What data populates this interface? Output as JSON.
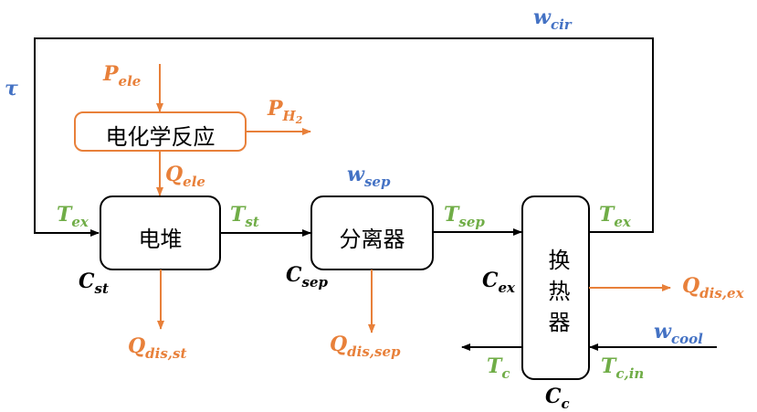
{
  "colors": {
    "orange": "#e8803a",
    "blue": "#4472c4",
    "green": "#70ad47",
    "black": "#000000"
  },
  "blocks": {
    "reaction": "电化学反应",
    "stack": "电堆",
    "separator": "分离器",
    "exchanger": "换热器"
  },
  "labels": {
    "tau": {
      "main": "τ",
      "sub": ""
    },
    "p_ele": {
      "main": "P",
      "sub": "ele"
    },
    "p_h2": {
      "main": "P",
      "sub": "H",
      "subsub": "2"
    },
    "q_ele": {
      "main": "Q",
      "sub": "ele"
    },
    "w_cir": {
      "main": "w",
      "sub": "cir"
    },
    "w_sep": {
      "main": "w",
      "sub": "sep"
    },
    "t_ex_in": {
      "main": "T",
      "sub": "ex"
    },
    "t_st": {
      "main": "T",
      "sub": "st"
    },
    "t_sep": {
      "main": "T",
      "sub": "sep"
    },
    "t_ex_out": {
      "main": "T",
      "sub": "ex"
    },
    "c_st": {
      "main": "C",
      "sub": "st"
    },
    "c_sep": {
      "main": "C",
      "sub": "sep"
    },
    "c_ex": {
      "main": "C",
      "sub": "ex"
    },
    "c_c": {
      "main": "C",
      "sub": "c"
    },
    "q_dis_st": {
      "main": "Q",
      "sub": "dis,st"
    },
    "q_dis_sep": {
      "main": "Q",
      "sub": "dis,sep"
    },
    "q_dis_ex": {
      "main": "Q",
      "sub": "dis,ex"
    },
    "w_cool": {
      "main": "w",
      "sub": "cool"
    },
    "t_c": {
      "main": "T",
      "sub": "c"
    },
    "t_c_in": {
      "main": "T",
      "sub": "c,in"
    }
  }
}
